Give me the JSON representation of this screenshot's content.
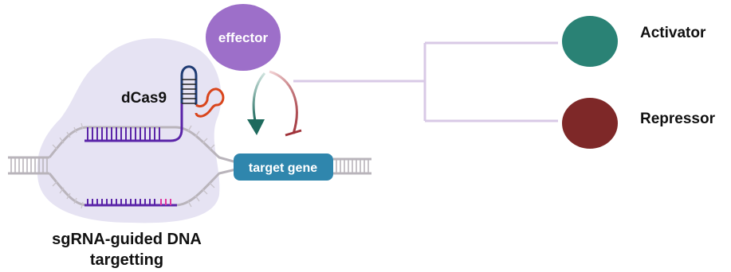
{
  "labels": {
    "effector": "effector",
    "dcas9": "dCas9",
    "target_gene": "target gene",
    "caption_line1": "sgRNA-guided DNA",
    "caption_line2": "targetting"
  },
  "legend": [
    {
      "label": "Activator",
      "color": "#2a8275"
    },
    {
      "label": "Repressor",
      "color": "#7e2828"
    }
  ],
  "colors": {
    "blob": "#e6e3f3",
    "effector": "#9d6fc9",
    "target_gene": "#2f86ad",
    "dna": "#b9b4bb",
    "sgrna": "#5a24a8",
    "activation_arrow": "#1e6a5d",
    "repression_arrow": "#a0333a",
    "bracket": "#d8c9e6"
  }
}
